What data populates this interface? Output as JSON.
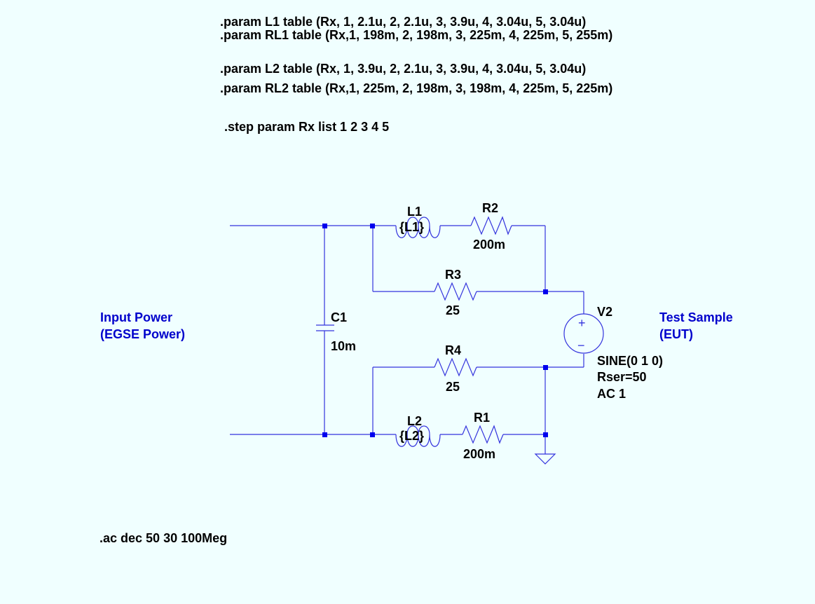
{
  "directives": {
    "param_l1": ".param L1 table (Rx, 1, 2.1u, 2, 2.1u, 3, 3.9u, 4, 3.04u, 5, 3.04u)",
    "param_rl1": ".param RL1 table (Rx,1, 198m, 2, 198m, 3, 225m, 4, 225m, 5, 255m)",
    "param_l2": ".param L2 table (Rx, 1, 3.9u, 2, 2.1u, 3, 3.9u, 4, 3.04u, 5, 3.04u)",
    "param_rl2": ".param RL2 table (Rx,1, 225m, 2, 198m, 3, 198m, 4, 225m, 5, 225m)",
    "step": ".step param Rx list 1 2 3 4 5",
    "ac": ".ac dec 50 30 100Meg"
  },
  "labels": {
    "input_power_1": "Input Power",
    "input_power_2": "(EGSE Power)",
    "test_sample_1": "Test Sample",
    "test_sample_2": "(EUT)"
  },
  "components": {
    "L1": {
      "name": "L1",
      "value": "{L1}"
    },
    "L2": {
      "name": "L2",
      "value": "{L2}"
    },
    "R1": {
      "name": "R1",
      "value": "200m"
    },
    "R2": {
      "name": "R2",
      "value": "200m"
    },
    "R3": {
      "name": "R3",
      "value": "25"
    },
    "R4": {
      "name": "R4",
      "value": "25"
    },
    "C1": {
      "name": "C1",
      "value": "10m"
    },
    "V2": {
      "name": "V2",
      "line1": "SINE(0 1 0)",
      "line2": "Rser=50",
      "line3": "AC 1",
      "plus": "+",
      "minus": "−"
    }
  },
  "colors": {
    "background": "#f0ffff",
    "wire": "#3333dd",
    "junction": "#0000ee",
    "net_label": "#0000cc",
    "text": "#000000"
  }
}
